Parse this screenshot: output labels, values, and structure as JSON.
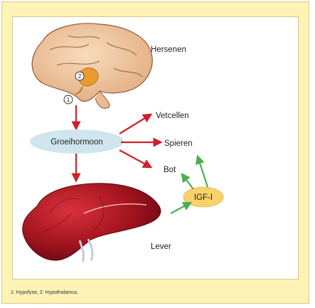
{
  "labels": {
    "brain": "Hersenen",
    "hormone": "Groeihormoon",
    "fat": "Vetcellen",
    "muscle": "Spieren",
    "bone": "Bot",
    "igf": "IGF-I",
    "liver": "Lever"
  },
  "markers": {
    "pituitary": "1",
    "hypothalamus": "2"
  },
  "footnote": "1: Hypofyse, 2: Hypothalamus.",
  "colors": {
    "frame": "#fdf3b4",
    "red_arrow": "#d0202a",
    "green_arrow": "#4caf50",
    "hormone_ellipse": "#cfe6ef",
    "igf_ellipse": "#f8d26a",
    "liver": "#9c1420",
    "brain": "#f1c9a0"
  }
}
